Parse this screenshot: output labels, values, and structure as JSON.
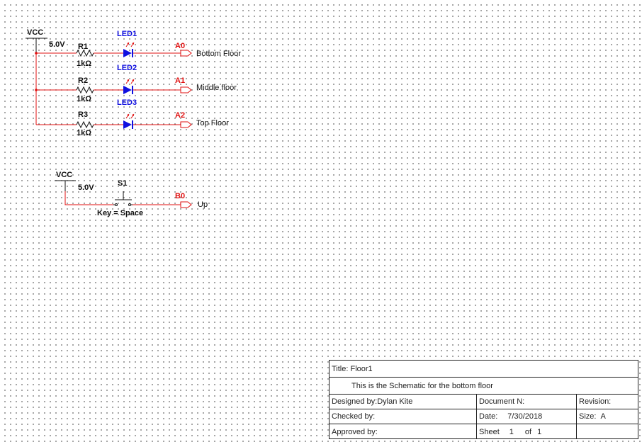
{
  "circuit1": {
    "vcc_label": "VCC",
    "vcc_voltage": "5.0V",
    "rows": [
      {
        "r_name": "R1",
        "r_value": "1kΩ",
        "led_name": "LED1",
        "port_name": "A0",
        "port_label": "Bottom Floor"
      },
      {
        "r_name": "R2",
        "r_value": "1kΩ",
        "led_name": "LED2",
        "port_name": "A1",
        "port_label": "Middle floor"
      },
      {
        "r_name": "R3",
        "r_value": "1kΩ",
        "led_name": "LED3",
        "port_name": "A2",
        "port_label": "Top Floor"
      }
    ]
  },
  "circuit2": {
    "vcc_label": "VCC",
    "vcc_voltage": "5.0V",
    "switch_name": "S1",
    "switch_key": "Key = Space",
    "port_name": "B0",
    "port_label": "Up"
  },
  "title_block": {
    "title": "Title: Floor1",
    "description": "This is the Schematic for the bottom floor",
    "designed_by": "Designed by:Dylan Kite",
    "document_no": "Document N:",
    "revision": "Revision:",
    "checked_by": "Checked by:",
    "date_label": "Date:",
    "date_value": "7/30/2018",
    "size_label": "Size:",
    "size_value": "A",
    "approved_by": "Approved by:",
    "sheet_label": "Sheet",
    "sheet_num": "1",
    "sheet_of": "of",
    "sheet_total": "1"
  },
  "colors": {
    "wire": "#e01010",
    "component": "#111111",
    "led": "#1010e0",
    "port_label": "#e01010",
    "led_label": "#1010e0"
  }
}
